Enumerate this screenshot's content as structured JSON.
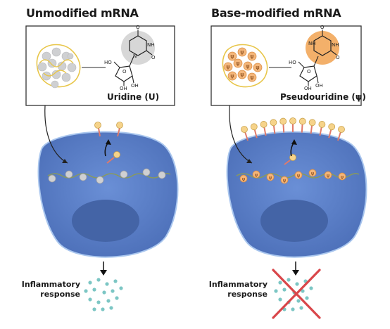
{
  "panels": {
    "left": {
      "title": "Unmodified mRNA",
      "nucleoside_label": "Uridine (U)",
      "response_label_line1": "Inflammatory",
      "response_label_line2": "response",
      "response_blocked": false
    },
    "right": {
      "title": "Base-modified mRNA",
      "nucleoside_label": "Pseudouridine (ψ)",
      "response_label_line1": "Inflammatory",
      "response_label_line2": "response",
      "response_blocked": true
    }
  },
  "structure_atoms": {
    "oh_top": "HO",
    "o_ring": "O",
    "oh_left": "OH",
    "oh_right": "OH",
    "nh": "NH",
    "n": "N",
    "o_carbonyl_top": "O",
    "o_carbonyl_bottom": "O"
  },
  "psi_glyph": "ψ",
  "colors": {
    "cell_fill": "#5b7fc7",
    "cell_edge": "#a9c6ee",
    "nucleus_fill": "#4464a6",
    "strand": "#8a9a5b",
    "bead_gray": "#cfd0d2",
    "bead_orange": "#f4b67a",
    "receptor_head": "#f6d38a",
    "receptor_stem": "#e07a6a",
    "dots": "#7cc6c4",
    "cross": "#d9464a",
    "highlight_gray": "#d7d7d7",
    "highlight_orange": "#f3b06a"
  }
}
